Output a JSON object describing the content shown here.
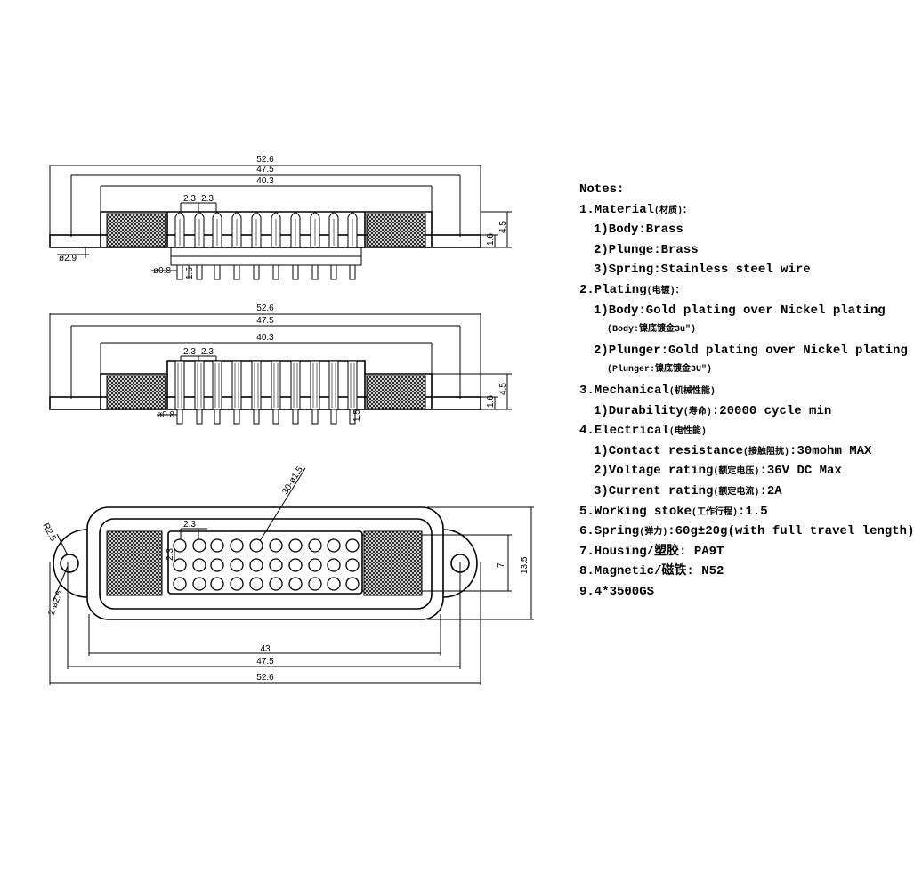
{
  "views": {
    "front": {
      "overall_width": "52.6",
      "body_width": "47.5",
      "pin_span": "40.3",
      "pitch_a": "2.3",
      "pitch_b": "2.3",
      "pin_dia": "ø0.8",
      "hole_dia": "ø2.9",
      "pin_protrusion": "1.5",
      "height": "4.5",
      "flange": "1.6"
    },
    "compressed": {
      "overall_width": "52.6",
      "body_width": "47.5",
      "pin_span": "40.3",
      "pitch_a": "2.3",
      "pitch_b": "2.3",
      "pin_dia": "ø0.8",
      "pin_protrusion": "1.5",
      "height": "4.5",
      "flange": "1.6"
    },
    "top": {
      "pin_count": "30-ø1.5",
      "radius": "R2.5",
      "mount_holes": "2-ø2.6",
      "pitch_h": "2.3",
      "pitch_v": "2.3",
      "body_width": "43",
      "hole_span": "47.5",
      "overall_width": "52.6",
      "inner_height": "7",
      "overall_height": "13.5"
    }
  },
  "notes": {
    "title": "Notes:",
    "material": {
      "head": "1.Material",
      "head_cn": "(材质)：",
      "items": [
        "1)Body:Brass",
        "2)Plunge:Brass",
        "3)Spring:Stainless steel wire"
      ]
    },
    "plating": {
      "head": "2.Plating",
      "head_cn": "(电镀)：",
      "body": "1)Body:Gold plating over Nickel plating",
      "body_sub": "(Body:镍底镀金3u\")",
      "plunger": "2)Plunger:Gold plating over Nickel plating",
      "plunger_sub": "(Plunger:镍底镀金3U\")"
    },
    "mechanical": {
      "head": "3.Mechanical",
      "head_cn": "(机械性能)",
      "durability": "1)Durability",
      "durability_cn": "(寿命)",
      "durability_val": ":20000 cycle  min"
    },
    "electrical": {
      "head": "4.Electrical",
      "head_cn": "(电性能)",
      "contact": "1)Contact resistance",
      "contact_cn": "(接触阻抗)",
      "contact_val": ":30mohm MAX",
      "voltage": "2)Voltage rating",
      "voltage_cn": "(额定电压)",
      "voltage_val": ":36V DC Max",
      "current": "3)Current rating",
      "current_cn": "(额定电流)",
      "current_val": ":2A"
    },
    "stroke": {
      "head": "5.Working stoke",
      "head_cn": "(工作行程)",
      "val": ":1.5"
    },
    "spring": {
      "head": "6.Spring",
      "head_cn": "(弹力)",
      "val": ":60g±20g(with full travel length)"
    },
    "housing": "7.Housing/塑胶: PA9T",
    "magnetic": "8.Magnetic/磁铁: N52",
    "extra": "9.4*3500GS"
  },
  "colors": {
    "line": "#000000",
    "background": "#ffffff"
  }
}
